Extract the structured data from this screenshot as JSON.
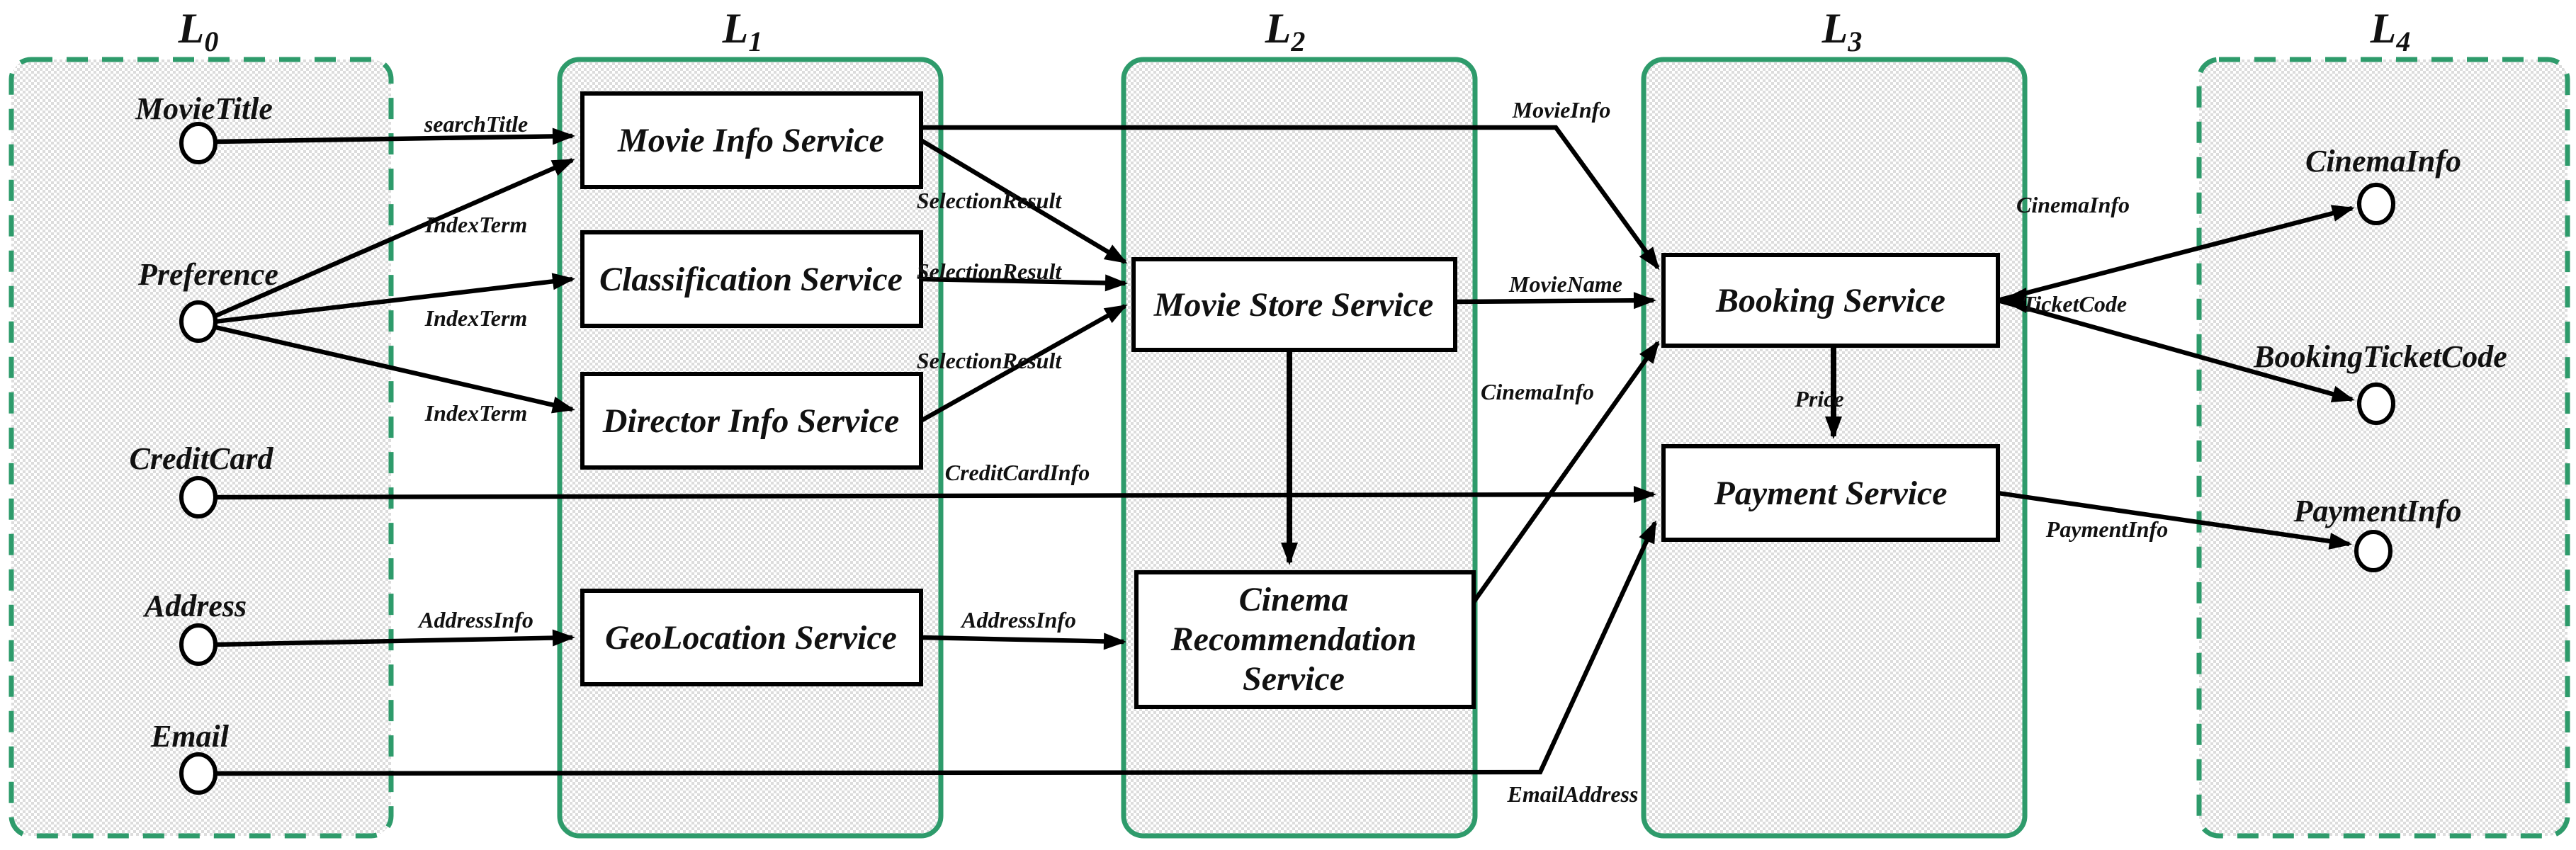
{
  "diagram": {
    "type": "layered service composition diagram",
    "accent_green": "#2E9B6B",
    "line_color": "#000000",
    "pattern_gray": "#dcdcdc"
  },
  "headers": [
    {
      "main": "L",
      "sub": "0"
    },
    {
      "main": "L",
      "sub": "1"
    },
    {
      "main": "L",
      "sub": "2"
    },
    {
      "main": "L",
      "sub": "3"
    },
    {
      "main": "L",
      "sub": "4"
    }
  ],
  "inputs": {
    "movie_title": "MovieTitle",
    "preference": "Preference",
    "credit_card": "CreditCard",
    "address": "Address",
    "email": "Email"
  },
  "services": {
    "movie_info": "Movie Info Service",
    "classification": "Classification Service",
    "director_info": "Director Info Service",
    "geolocation": "GeoLocation Service",
    "movie_store": "Movie Store Service",
    "cinema_rec_line1": "Cinema",
    "cinema_rec_line2": "Recommendation",
    "cinema_rec_line3": "Service",
    "booking": "Booking Service",
    "payment": "Payment Service"
  },
  "outputs": {
    "cinema_info": "CinemaInfo",
    "booking_ticket_code": "BookingTicketCode",
    "payment_info": "PaymentInfo"
  },
  "edges": {
    "search_title": {
      "label": "searchTitle"
    },
    "index_term_1": {
      "label": "IndexTerm"
    },
    "index_term_2": {
      "label": "IndexTerm"
    },
    "index_term_3": {
      "label": "IndexTerm"
    },
    "credit_card_info": {
      "label": "CreditCardInfo"
    },
    "address_info_1": {
      "label": "AddressInfo"
    },
    "address_info_2": {
      "label": "AddressInfo"
    },
    "email_address": {
      "label": "EmailAddress"
    },
    "movie_info_edge": {
      "label": "MovieInfo"
    },
    "selection_result_1": {
      "label": "SelectionResult"
    },
    "selection_result_2": {
      "label": "SelectionResult"
    },
    "selection_result_3": {
      "label": "SelectionResult"
    },
    "movie_name": {
      "label": "MovieName"
    },
    "cinema_info_mid": {
      "label": "CinemaInfo"
    },
    "price": {
      "label": "Price"
    },
    "cinema_info_out": {
      "label": "CinemaInfo"
    },
    "ticket_code_out": {
      "label": "TicketCode"
    },
    "payment_info_out": {
      "label": "PaymentInfo"
    }
  }
}
